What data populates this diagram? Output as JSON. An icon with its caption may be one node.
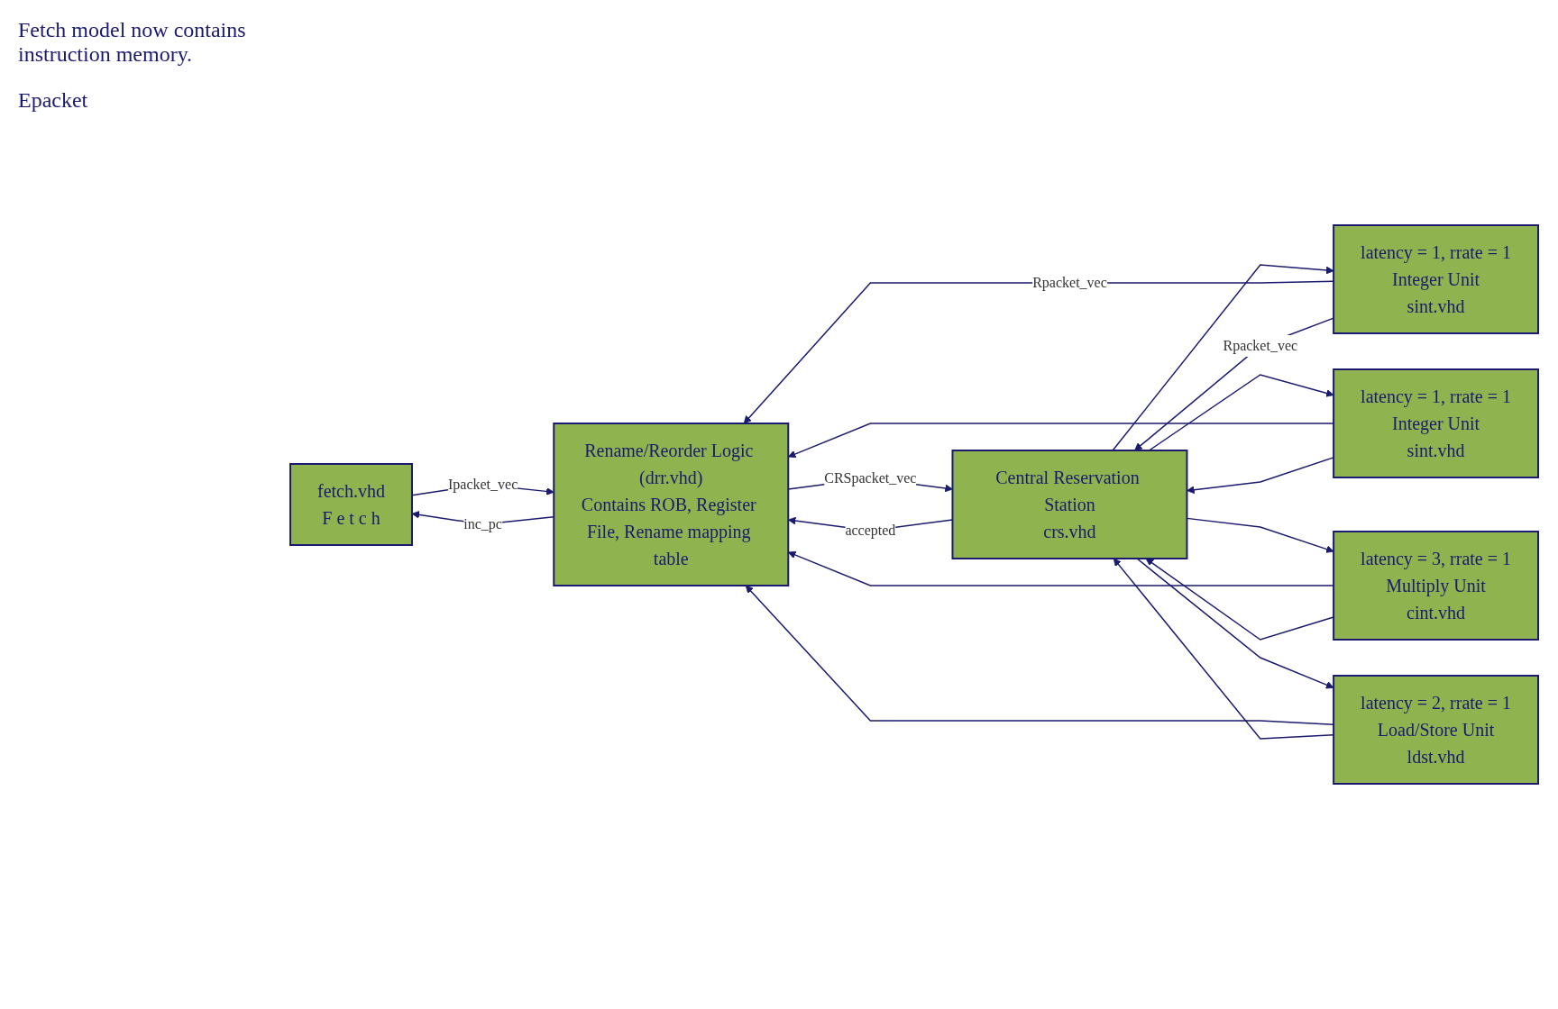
{
  "diagram": {
    "nodes": [
      {
        "text": [
          "fetch.vhd",
          "F e t c h"
        ]
      },
      {
        "text": [
          "Rename/Reorder Logic (drr.vhd)",
          "Contains ROB, Register File, Rename mapping table"
        ]
      },
      {
        "text": [
          "Central Reservation Station",
          "crs.vhd"
        ]
      },
      {
        "text": [
          "latency = 1, rrate = 1",
          "Integer Unit",
          "sint.vhd"
        ]
      },
      {
        "text": [
          "latency = 1, rrate = 1",
          "Integer Unit",
          "sint.vhd"
        ]
      },
      {
        "text": [
          "latency = 3, rrate = 1",
          "Multiply Unit",
          "cint.vhd"
        ]
      },
      {
        "text": [
          "latency = 2, rrate = 1",
          "Load/Store Unit",
          "ldst.vhd"
        ]
      }
    ],
    "edges": [
      {
        "from": 0,
        "to": 1,
        "arrow": "to",
        "label": "Ipacket_vec"
      },
      {
        "from": 1,
        "to": 0,
        "arrow": "to",
        "label": "inc_pc"
      },
      {
        "from": 1,
        "to": 2,
        "arrow": "to",
        "label": "CRSpacket_vec"
      },
      {
        "from": 2,
        "to": 1,
        "arrow": "to",
        "label": "accepted"
      },
      {
        "from": 2,
        "to": 3,
        "arrow": "to"
      },
      {
        "from": 2,
        "to": 4,
        "arrow": "to"
      },
      {
        "from": 2,
        "to": 5,
        "arrow": "to"
      },
      {
        "from": 2,
        "to": 6,
        "arrow": "to"
      },
      {
        "from": 3,
        "to": 1,
        "arrow": "to",
        "label": "Rpacket_vec"
      },
      {
        "from": 4,
        "to": 1,
        "arrow": "to"
      },
      {
        "from": 5,
        "to": 1,
        "arrow": "to"
      },
      {
        "from": 6,
        "to": 1,
        "arrow": "to"
      },
      {
        "from": 3,
        "to": 2,
        "arrow": "to",
        "label": "Rpacket_vec"
      },
      {
        "from": 4,
        "to": 2,
        "arrow": "to"
      },
      {
        "from": 5,
        "to": 2,
        "arrow": "to"
      },
      {
        "from": 6,
        "to": 2,
        "arrow": "to"
      }
    ],
    "labels": [
      "Fetch model now contains instruction memory.",
      "Epacket"
    ]
  }
}
